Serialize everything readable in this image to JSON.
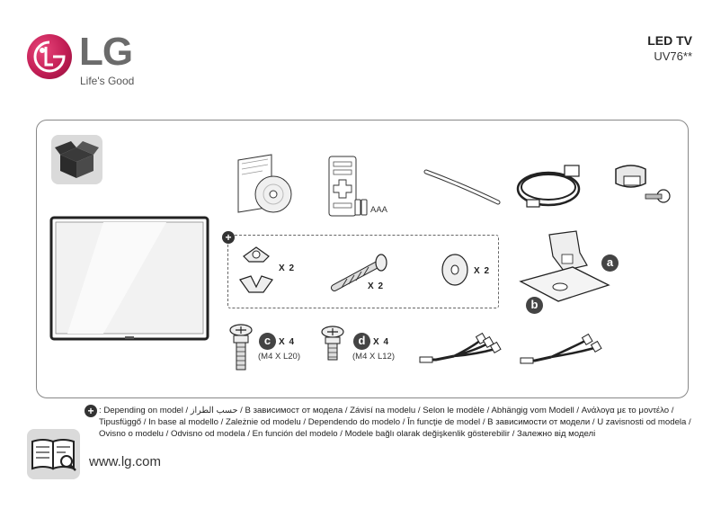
{
  "brand": {
    "logo_text": "LG",
    "tagline": "Life's Good"
  },
  "product": {
    "title": "LED TV",
    "model": "UV76**"
  },
  "components": {
    "aaa_label": "AAA",
    "screw_inner_qty": "X 2",
    "screw_long_qty": "X 2",
    "washer_qty": "X 2",
    "screw_c": {
      "badge": "c",
      "qty": "X 4",
      "spec": "(M4 X L20)"
    },
    "screw_d": {
      "badge": "d",
      "qty": "X 4",
      "spec": "(M4 X L12)"
    },
    "stand_parts": [
      {
        "badge": "a"
      },
      {
        "badge": "b"
      }
    ]
  },
  "note": {
    "text": ": Depending on model / حسب الطراز / В зависимост от модела / Závisí na modelu / Selon le modèle / Abhängig vom Modell / Ανάλογα με το μοντέλο / Tipusfüggő / In base al modello / Zależnie od modelu / Dependendo do modelo / În funcţie de model / В зависимости от модели / U zavisnosti od modela / Ovisno o modelu / Odvisno od modela / En función del modelo / Modele bağlı olarak değişkenlik gösterebilir / Залежно від моделі"
  },
  "footer": {
    "website": "www.lg.com"
  },
  "icons": [
    "lg-logo-icon",
    "box-icon",
    "manual-cd-icon",
    "remote-icon",
    "battery-icon",
    "cable-tie-icon",
    "power-cord-icon",
    "cable-holder-icon",
    "plus-icon",
    "manual-book-icon",
    "magnifier-icon"
  ]
}
